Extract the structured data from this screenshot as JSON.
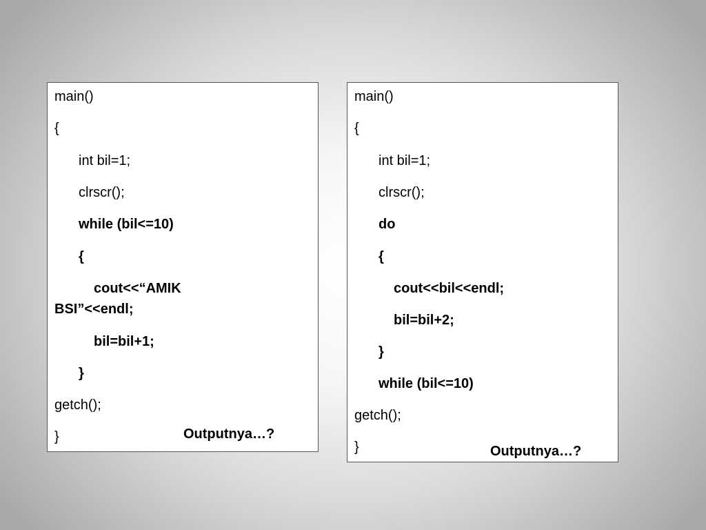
{
  "slide": {
    "left_box": {
      "lines": [
        "main()",
        "{",
        "int bil=1;",
        "clrscr();",
        "while (bil<=10)",
        "{",
        "cout<<“AMIK",
        "BSI”<<endl;",
        "bil=bil+1;",
        "}",
        "getch();",
        "}"
      ],
      "output_label": "Outputnya…?"
    },
    "right_box": {
      "lines": [
        "main()",
        "{",
        "int bil=1;",
        "clrscr();",
        "do",
        "{",
        "cout<<bil<<endl;",
        "bil=bil+2;",
        "}",
        "while (bil<=10)",
        "getch();",
        "}"
      ],
      "output_label": "Outputnya…?"
    }
  }
}
